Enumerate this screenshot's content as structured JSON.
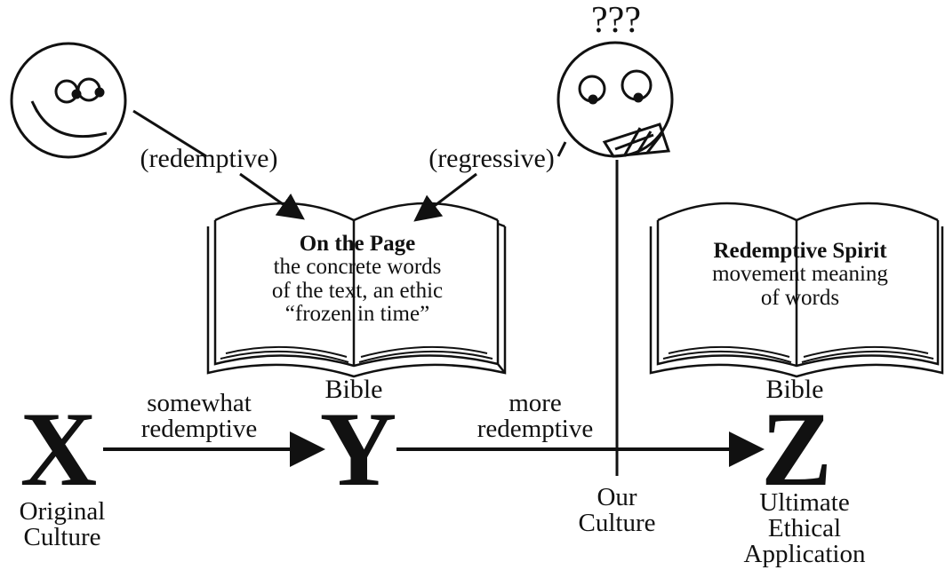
{
  "faces": {
    "question_marks": "???"
  },
  "labels": {
    "redemptive": "(redemptive)",
    "regressive": "(regressive)",
    "somewhat_redemptive_1": "somewhat",
    "somewhat_redemptive_2": "redemptive",
    "more_redemptive_1": "more",
    "more_redemptive_2": "redemptive"
  },
  "book_left": {
    "title": "On the Page",
    "line1": "the concrete words",
    "line2": "of the text, an ethic",
    "line3": "“frozen in time”",
    "caption": "Bible"
  },
  "book_right": {
    "title": "Redemptive Spirit",
    "line1": "movement meaning",
    "line2": "of words",
    "caption": "Bible"
  },
  "points": {
    "x": {
      "letter": "X",
      "caption1": "Original",
      "caption2": "Culture"
    },
    "y": {
      "letter": "Y"
    },
    "z": {
      "letter": "Z",
      "caption1": "Ultimate",
      "caption2": "Ethical",
      "caption3": "Application"
    },
    "our_culture": {
      "caption1": "Our",
      "caption2": "Culture"
    }
  }
}
